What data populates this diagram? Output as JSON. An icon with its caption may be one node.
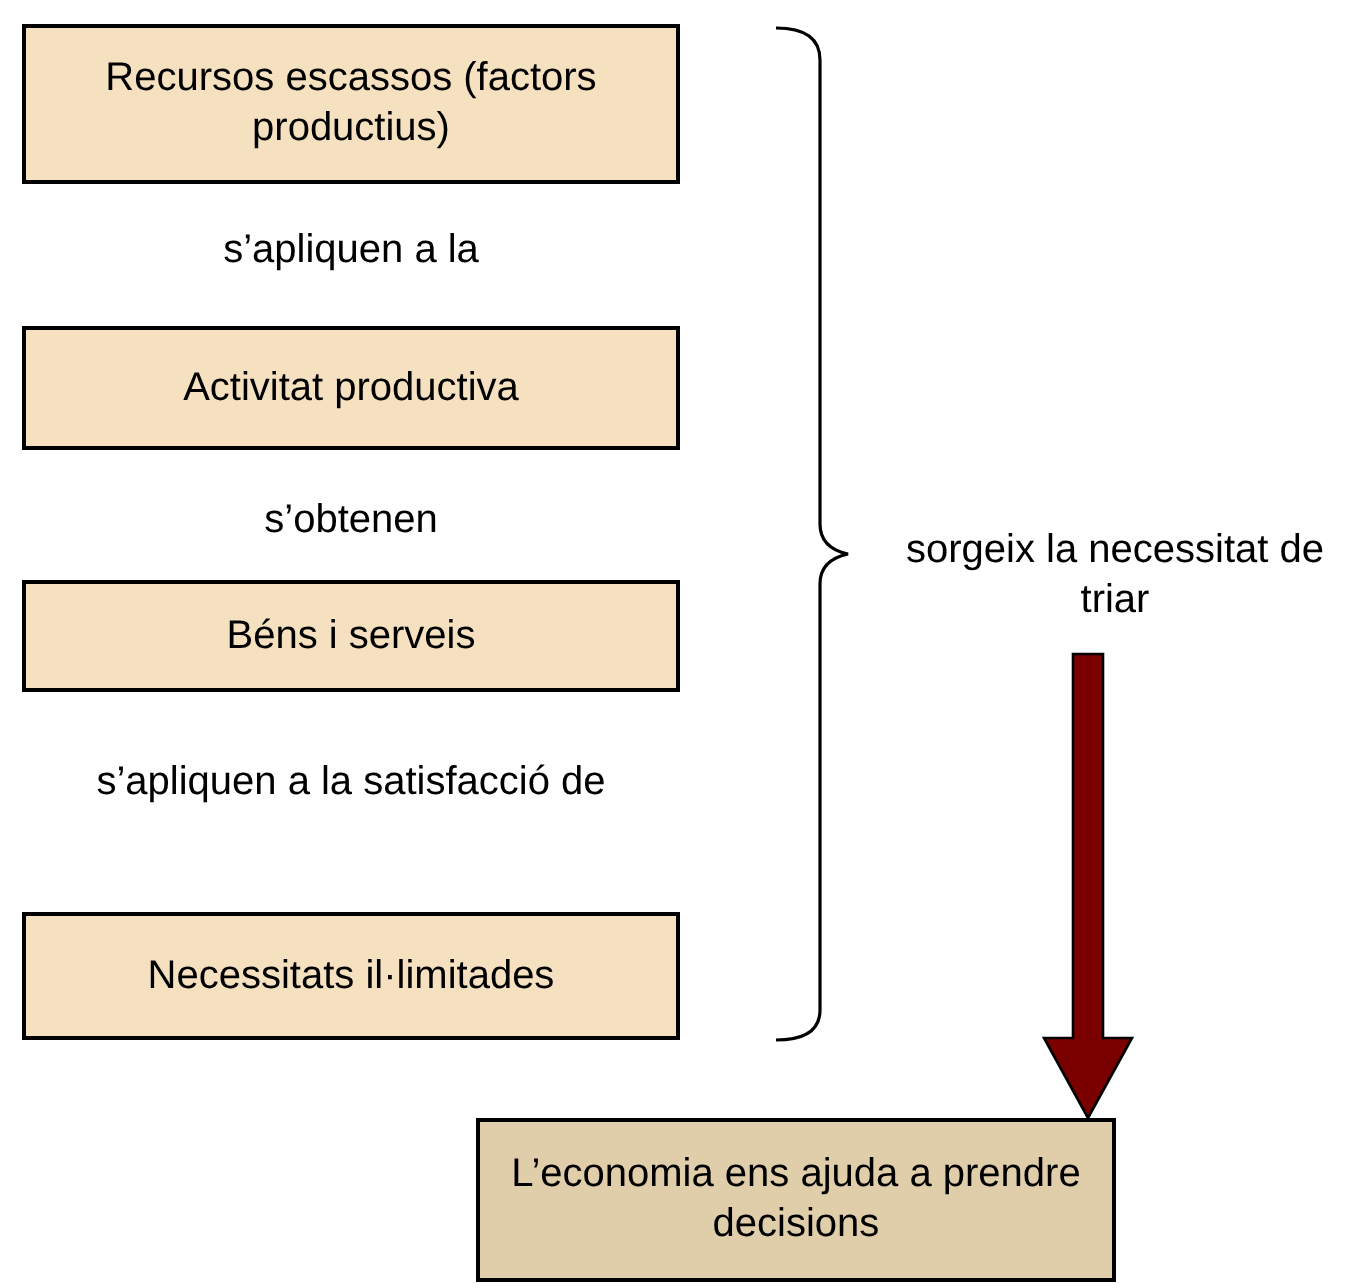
{
  "diagram": {
    "nodes": [
      {
        "text": [
          "Recursos escassos (factors productius)"
        ]
      },
      {
        "text": [
          "Activitat productiva"
        ]
      },
      {
        "text": [
          "Béns i serveis"
        ]
      },
      {
        "text": [
          "Necessitats il·limitades"
        ]
      },
      {
        "text": [
          "sorgeix la necessitat de triar"
        ]
      },
      {
        "text": [
          "L’economia ens ajuda a prendre decisions"
        ]
      }
    ],
    "edges": [
      {
        "from": 4,
        "to": 5,
        "arrow": "to",
        "style": "thick",
        "color": "#7a0000"
      }
    ],
    "labels": [
      "s’apliquen a la",
      "s’obtenen",
      "s’apliquen a la satisfacció de"
    ]
  }
}
